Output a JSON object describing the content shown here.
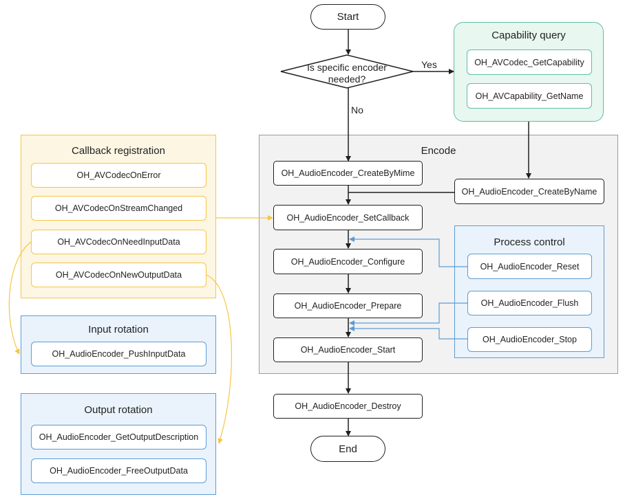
{
  "terminals": {
    "start": "Start",
    "end": "End"
  },
  "decision": {
    "line1": "Is specific encoder",
    "line2": "needed?",
    "yes": "Yes",
    "no": "No"
  },
  "capability": {
    "title": "Capability query",
    "items": [
      "OH_AVCodec_GetCapability",
      "OH_AVCapability_GetName"
    ]
  },
  "encode": {
    "title": "Encode",
    "steps": [
      "OH_AudioEncoder_CreateByMime",
      "OH_AudioEncoder_SetCallback",
      "OH_AudioEncoder_Configure",
      "OH_AudioEncoder_Prepare",
      "OH_AudioEncoder_Start"
    ],
    "create_by_name": "OH_AudioEncoder_CreateByName"
  },
  "process_control": {
    "title": "Process control",
    "items": [
      "OH_AudioEncoder_Reset",
      "OH_AudioEncoder_Flush",
      "OH_AudioEncoder_Stop"
    ]
  },
  "callback": {
    "title": "Callback registration",
    "items": [
      "OH_AVCodecOnError",
      "OH_AVCodecOnStreamChanged",
      "OH_AVCodecOnNeedInputData",
      "OH_AVCodecOnNewOutputData"
    ]
  },
  "input_rotation": {
    "title": "Input rotation",
    "items": [
      "OH_AudioEncoder_PushInputData"
    ]
  },
  "output_rotation": {
    "title": "Output rotation",
    "items": [
      "OH_AudioEncoder_GetOutputDescription",
      "OH_AudioEncoder_FreeOutputData"
    ]
  },
  "destroy": "OH_AudioEncoder_Destroy",
  "colors": {
    "orange": "#f6c542",
    "blue": "#5b9bd5",
    "green": "#5cc0a0",
    "line": "#1f1f1f",
    "encode_bg": "#f2f2f2"
  }
}
